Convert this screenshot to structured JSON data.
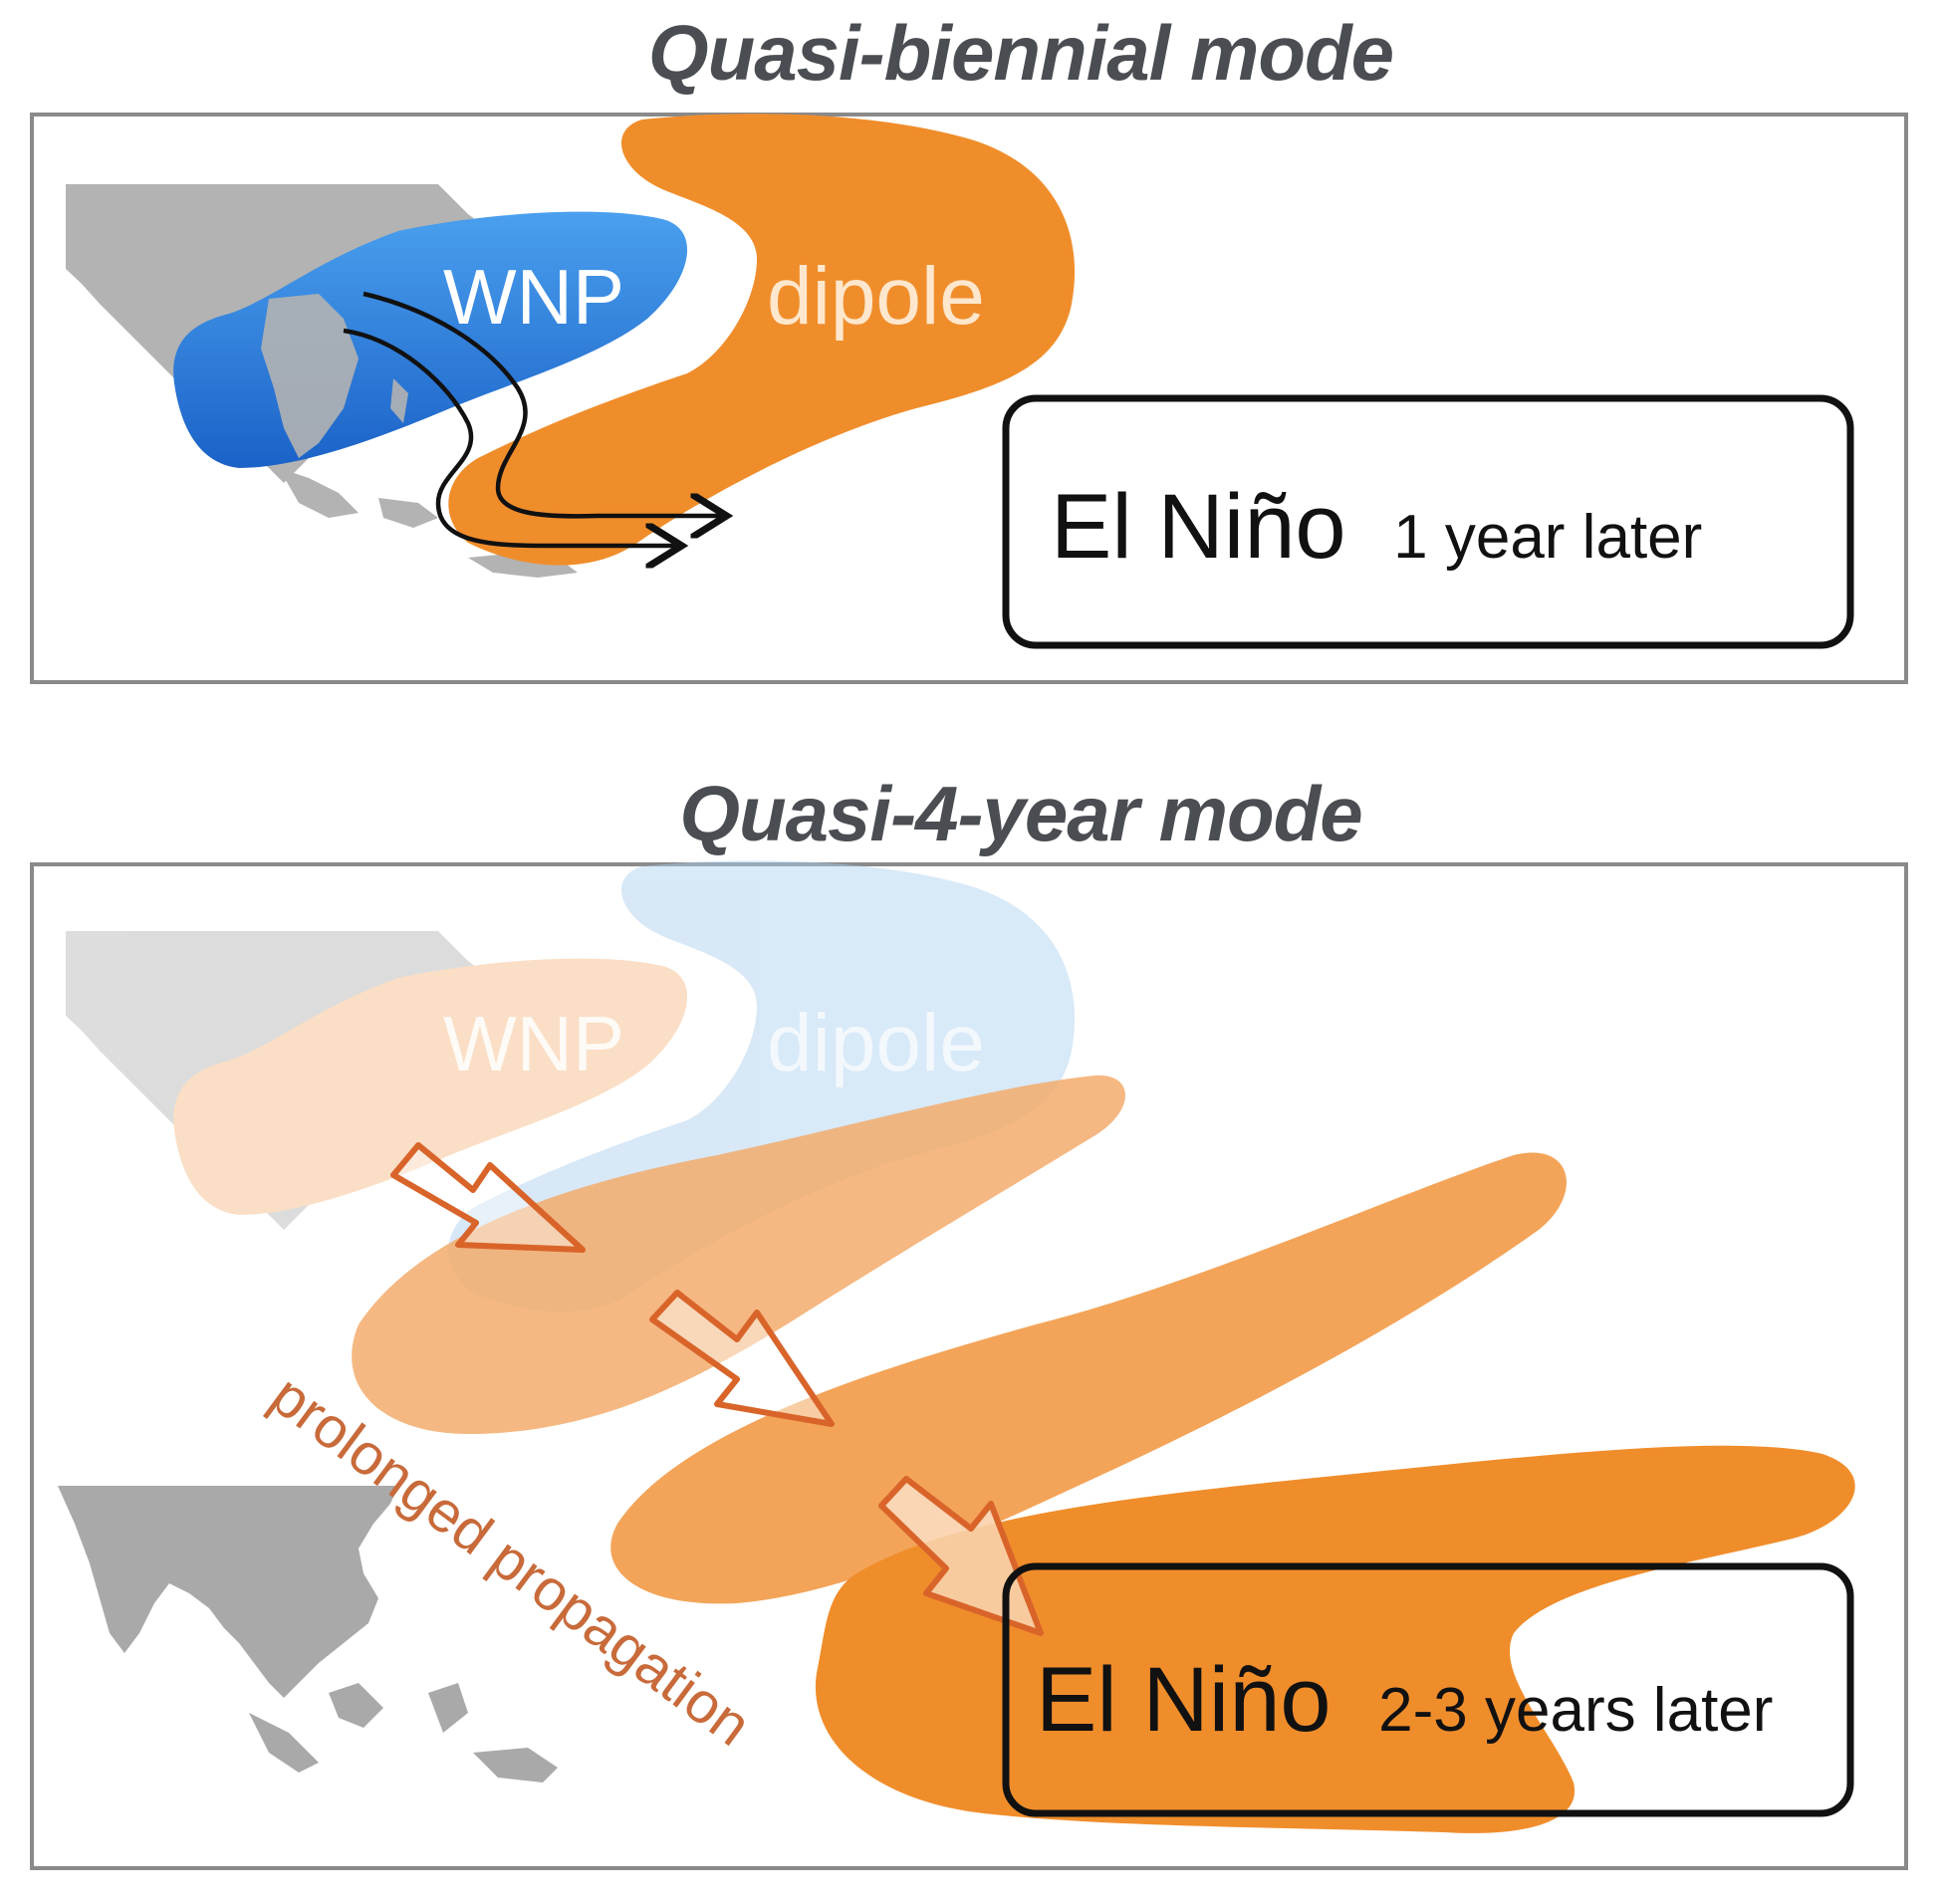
{
  "panels": [
    {
      "title": "Quasi-biennial mode",
      "wnp_label": "WNP",
      "dipole_label": "dipole",
      "outcome_main": "El Niño",
      "outcome_sub": "1 year later"
    },
    {
      "title": "Quasi-4-year mode",
      "wnp_label": "WNP",
      "dipole_label": "dipole",
      "outcome_main": "El Niño",
      "outcome_sub": "2-3 years later",
      "path_label": "prolonged propagation"
    }
  ],
  "colors": {
    "orange": "#f08d2b",
    "blue": "#2f86dd",
    "land": "#b3b3b3",
    "arrow_outline": "#d9642a",
    "path_text": "#c86a3a",
    "title": "#4a4d52"
  }
}
